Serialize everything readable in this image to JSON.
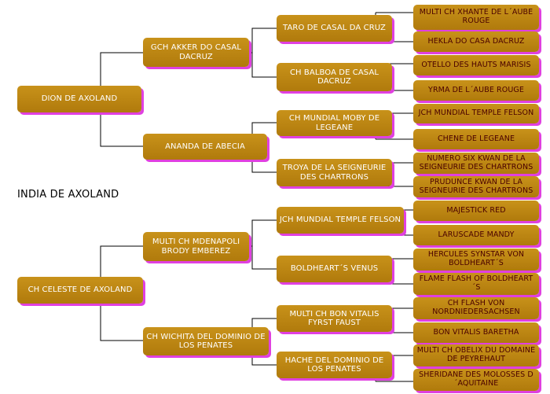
{
  "title": "INDIA DE AXOLAND",
  "colors": {
    "box": "#b8860b",
    "shadow": "#e040e0",
    "line": "#000000",
    "gen4_text": "#4a0000"
  },
  "sire": {
    "name": "DION DE AXOLAND",
    "sire": {
      "name": "GCH AKKER DO CASAL DACRUZ",
      "sire": {
        "name": "TARO DE CASAL DA CRUZ",
        "sire": "MULTI CH XHANTE DE L´AUBE ROUGE",
        "dam": "HEKLA DO CASA DACRUZ"
      },
      "dam": {
        "name": "CH BALBOA DE CASAL DACRUZ",
        "sire": "OTELLO DES HAUTS MARISIS",
        "dam": "YRMA DE L´AUBE ROUGE"
      }
    },
    "dam": {
      "name": "ANANDA DE ABECIA",
      "sire": {
        "name": "CH MUNDIAL MOBY DE LEGEANE",
        "sire": "JCH MUNDIAL TEMPLE FELSON",
        "dam": "CHENE DE LEGEANE"
      },
      "dam": {
        "name": "TROYA DE LA SEIGNEURIE DES CHARTRONS",
        "sire": "NUMERO SIX KWAN DE LA SEIGNEURIE DES CHARTRONS",
        "dam": "PRUDUNCE KWAN DE LA SEIGNEURIE DES CHARTRONS"
      }
    }
  },
  "dam": {
    "name": "CH CELESTE DE AXOLAND",
    "sire": {
      "name": "MULTI CH MDENAPOLI BRODY EMBEREZ",
      "sire": {
        "name": "JCH MUNDIAL TEMPLE FELSON",
        "sire": "MAJESTICK RED",
        "dam": "LARUSCADE MANDY"
      },
      "dam": {
        "name": "BOLDHEART´S VENUS",
        "sire": "HERCULES SYNSTAR VON BOLDHEART´S",
        "dam": "FLAME FLASH OF BOLDHEART´S"
      }
    },
    "dam": {
      "name": "CH WICHITA DEL DOMINIO DE LOS PENATES",
      "sire": {
        "name": "MULTI CH BON VITALIS FYRST FAUST",
        "sire": "CH FLASH VON NORDNIEDERSACHSEN",
        "dam": "BON VITALIS BARETHA"
      },
      "dam": {
        "name": "HACHE DEL DOMINIO DE LOS PENATES",
        "sire": "MULTI CH OBELIX DU DOMAINE DE PEYREHAUT",
        "dam": "SHERIDANE DES MOLOSSES D´AQUITAINE"
      }
    }
  }
}
